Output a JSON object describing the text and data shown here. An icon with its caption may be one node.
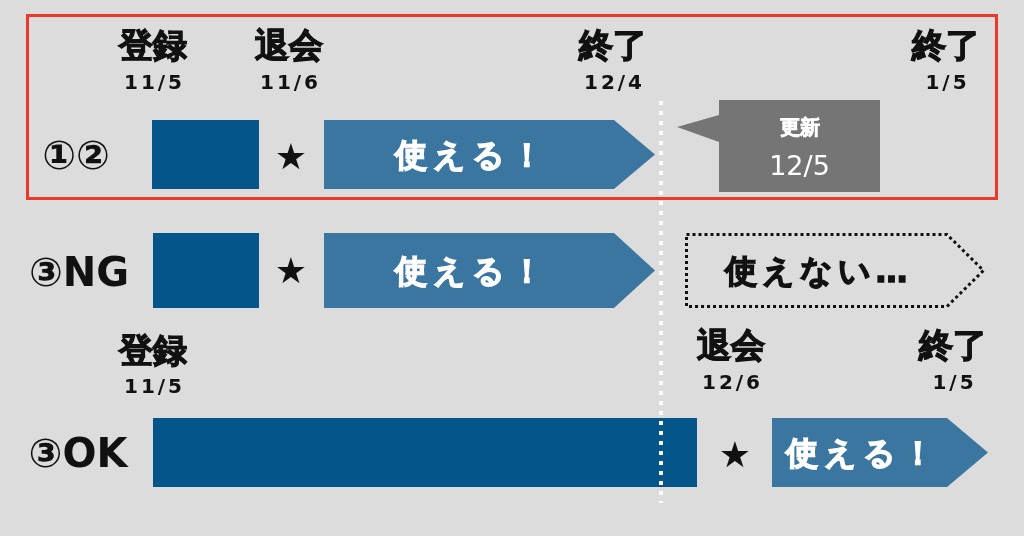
{
  "diagram": {
    "nodes": [
      {
        "text": [],
        "shape": "box"
      },
      {
        "text": [],
        "shape": "bar",
        "in": 0
      },
      {
        "text": [
          "使える！"
        ],
        "in": 0
      },
      {
        "text": [
          "更新",
          "12/5"
        ],
        "in": 0
      },
      {
        "text": [],
        "shape": "bar"
      },
      {
        "text": [
          "使える！"
        ]
      },
      {
        "text": [
          "使えない…"
        ]
      },
      {
        "text": [],
        "shape": "bar"
      },
      {
        "text": [
          "使える！"
        ]
      }
    ],
    "labels": [
      "登録",
      "11/5",
      "退会",
      "11/6",
      "終了",
      "12/4",
      "終了",
      "1/5",
      "①②",
      "★",
      "③NG",
      "★",
      "登録",
      "11/5",
      "退会",
      "12/6",
      "終了",
      "1/5",
      "③OK",
      "★"
    ]
  }
}
